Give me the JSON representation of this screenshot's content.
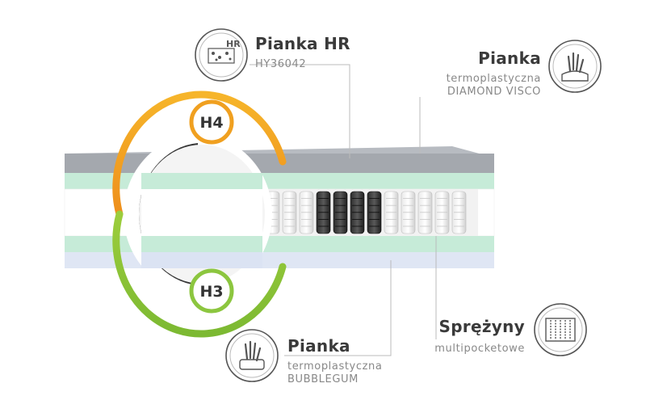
{
  "layers": {
    "hr_foam": {
      "title": "Pianka HR",
      "subtitle": "HY36042",
      "icon": "hr-foam-icon"
    },
    "diamond_visco": {
      "title": "Pianka",
      "subtitle_line1": "termoplastyczna",
      "subtitle_line2": "DIAMOND VISCO",
      "icon": "hand-press-foam-icon"
    },
    "bubblegum": {
      "title": "Pianka",
      "subtitle_line1": "termoplastyczna",
      "subtitle_line2": "BUBBLEGUM",
      "icon": "hand-press-foam-icon"
    },
    "springs": {
      "title": "Sprężyny",
      "subtitle": "multipocketowe",
      "icon": "pocket-springs-icon"
    }
  },
  "firmness": {
    "top": "H4",
    "bottom": "H3"
  },
  "colors": {
    "orange": "#f0a020",
    "green": "#8cc63f",
    "mint": "#bfe8d2",
    "gray_top": "#a9adb3",
    "blue_bottom": "#d8e2f2"
  }
}
